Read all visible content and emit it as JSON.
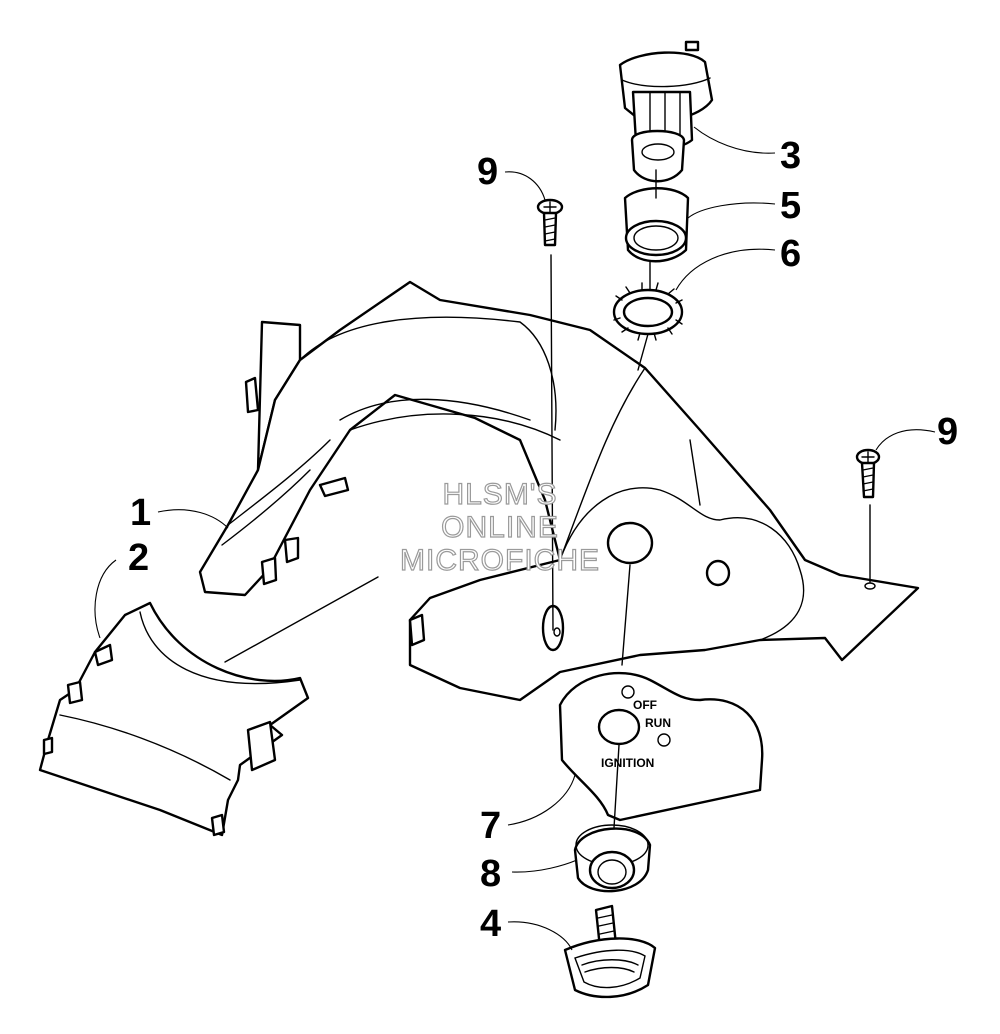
{
  "watermark": {
    "line1": "HLSM'S",
    "line2": "ONLINE",
    "line3": "MICROFICHE"
  },
  "plate": {
    "off": "OFF",
    "run": "RUN",
    "ignition": "IGNITION"
  },
  "callouts": {
    "c1": "1",
    "c2": "2",
    "c3": "3",
    "c4": "4",
    "c5": "5",
    "c6": "6",
    "c7": "7",
    "c8": "8",
    "c9a": "9",
    "c9b": "9"
  },
  "colors": {
    "line": "#000000",
    "background": "#ffffff",
    "watermark_outline": "#9a9a9a"
  }
}
